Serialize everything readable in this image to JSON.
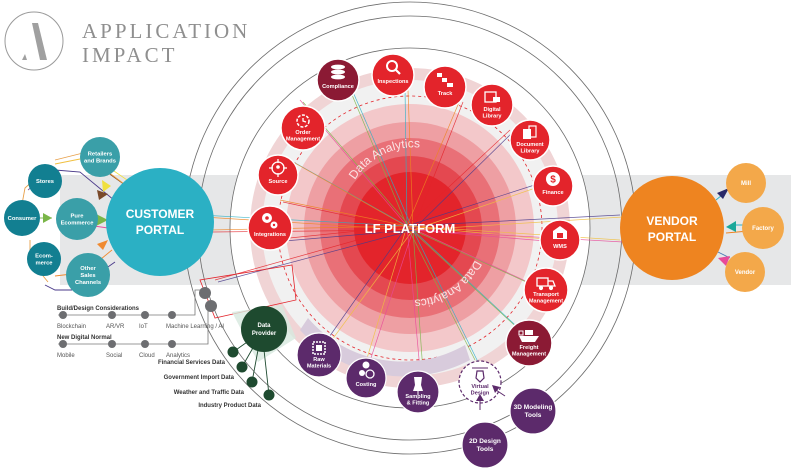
{
  "header": {
    "logo_letter": "A",
    "title_line1": "APPLICATION",
    "title_line2": "IMPACT"
  },
  "colors": {
    "red": "#e3242b",
    "maroon": "#8b1a34",
    "teal": "#2bb0c4",
    "teal_dark": "#127f91",
    "orange": "#ee8420",
    "orange_light": "#f3a84a",
    "purple": "#5c2a6b",
    "dark_green": "#1e4a2f",
    "grey_band": "#e6e7e8"
  },
  "platform": {
    "title": "LF  PLATFORM",
    "ring_label_top": "Data Analytics",
    "ring_label_bottom": "Data Analytics"
  },
  "customer": {
    "portal_line1": "CUSTOMER",
    "portal_line2": "PORTAL",
    "nodes": [
      {
        "id": "retailers",
        "lines": [
          "Retailers",
          "and Brands"
        ]
      },
      {
        "id": "stores",
        "lines": [
          "Stores"
        ]
      },
      {
        "id": "consumer",
        "lines": [
          "Consumer"
        ]
      },
      {
        "id": "pure-ecommerce",
        "lines": [
          "Pure",
          "Ecommerce"
        ]
      },
      {
        "id": "ecommerce",
        "lines": [
          "Ecom-",
          "merce"
        ]
      },
      {
        "id": "other-sales",
        "lines": [
          "Other",
          "Sales",
          "Channels"
        ]
      }
    ]
  },
  "vendor": {
    "portal_line1": "VENDOR",
    "portal_line2": "PORTAL",
    "nodes": [
      {
        "id": "mill",
        "label": "Mill"
      },
      {
        "id": "factory",
        "label": "Factory"
      },
      {
        "id": "vendor",
        "label": "Vendor"
      }
    ]
  },
  "modules": [
    {
      "id": "compliance",
      "lines": [
        "Compliance"
      ],
      "icon": "database-icon",
      "color": "maroon"
    },
    {
      "id": "inspections",
      "lines": [
        "Inspections"
      ],
      "icon": "search-icon",
      "color": "red"
    },
    {
      "id": "track",
      "lines": [
        "Track"
      ],
      "icon": "flow-icon",
      "color": "red"
    },
    {
      "id": "digital-library",
      "lines": [
        "Digital",
        "Library"
      ],
      "icon": "library-icon",
      "color": "red"
    },
    {
      "id": "document-library",
      "lines": [
        "Document",
        "Library"
      ],
      "icon": "document-icon",
      "color": "red"
    },
    {
      "id": "finance",
      "lines": [
        "Finance"
      ],
      "icon": "dollar-icon",
      "color": "red"
    },
    {
      "id": "wms",
      "lines": [
        "WMS"
      ],
      "icon": "warehouse-icon",
      "color": "red"
    },
    {
      "id": "transport-management",
      "lines": [
        "Transport",
        "Management"
      ],
      "icon": "truck-icon",
      "color": "red"
    },
    {
      "id": "freight-management",
      "lines": [
        "Freight",
        "Management"
      ],
      "icon": "ship-icon",
      "color": "maroon"
    },
    {
      "id": "order-management",
      "lines": [
        "Order",
        "Management"
      ],
      "icon": "clock-icon",
      "color": "red"
    },
    {
      "id": "source",
      "lines": [
        "Source"
      ],
      "icon": "target-icon",
      "color": "red"
    },
    {
      "id": "integrations",
      "lines": [
        "Integrations"
      ],
      "icon": "gears-icon",
      "color": "red"
    }
  ],
  "design": {
    "nodes": [
      {
        "id": "raw-materials",
        "lines": [
          "Raw",
          "Materials"
        ],
        "icon": "fabric-icon"
      },
      {
        "id": "costing",
        "lines": [
          "Costing"
        ],
        "icon": "coins-icon"
      },
      {
        "id": "sampling-fitting",
        "lines": [
          "Sampling",
          "& Fitting"
        ],
        "icon": "dress-form-icon"
      },
      {
        "id": "virtual-design",
        "lines": [
          "Virtual",
          "Design"
        ],
        "icon": "pen-tool-icon"
      },
      {
        "id": "3d-modeling-tools",
        "lines": [
          "3D Modeling",
          "Tools"
        ]
      },
      {
        "id": "2d-design-tools",
        "lines": [
          "2D Design",
          "Tools"
        ]
      }
    ]
  },
  "data_provider": {
    "lines": [
      "Data",
      "Provider"
    ],
    "sources": [
      "Financial Services Data",
      "Government Import Data",
      "Weather and Traffic Data",
      "Industry Product Data"
    ]
  },
  "considerations": {
    "build_heading": "Build/Design Considerations",
    "build_items": [
      "Blockchain",
      "AR/VR",
      "IoT",
      "Machine Learning / AI"
    ],
    "normal_heading": "New Digital Normal",
    "normal_items": [
      "Mobile",
      "Social",
      "Cloud",
      "Analytics"
    ]
  }
}
